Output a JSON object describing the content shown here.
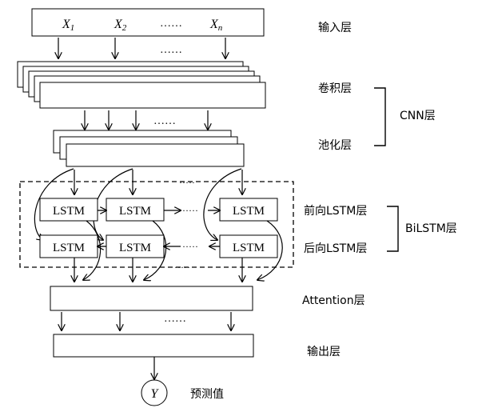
{
  "inputs": {
    "x1": "X",
    "x1_sub": "1",
    "x2": "X",
    "x2_sub": "2",
    "xn": "X",
    "xn_sub": "n",
    "ellipsis": "……"
  },
  "layers": {
    "input": "输入层",
    "conv": "卷积层",
    "pool": "池化层",
    "cnn": "CNN层",
    "forward_lstm": "前向LSTM层",
    "backward_lstm": "后向LSTM层",
    "bilstm": "BiLSTM层",
    "attention": "Attention层",
    "output": "输出层",
    "prediction": "预测值"
  },
  "cells": {
    "lstm": "LSTM",
    "output_symbol": "Y"
  },
  "ellipsis": {
    "short": "……",
    "dots": "·····"
  },
  "colors": {
    "stroke": "#000000",
    "background": "#ffffff"
  }
}
